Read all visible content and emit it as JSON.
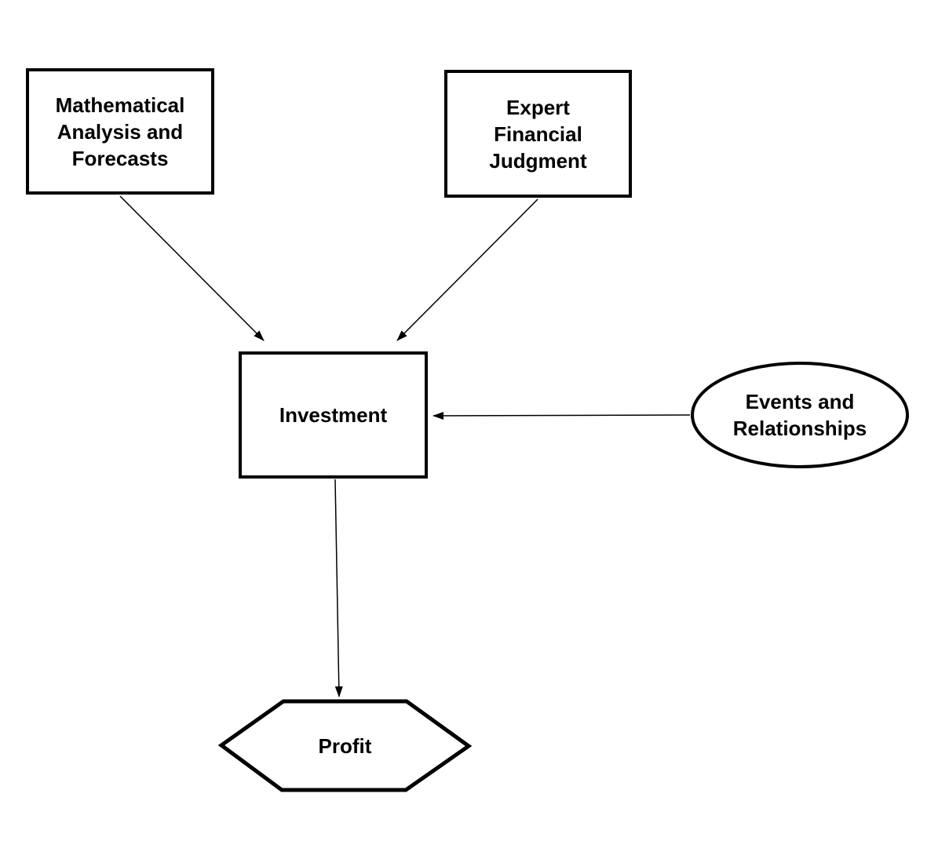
{
  "diagram": {
    "background_color": "#ffffff",
    "stroke_color": "#000000",
    "nodes": [
      {
        "id": "mathematical-analysis",
        "shape": "rectangle",
        "label": "Mathematical\nAnalysis and\nForecasts"
      },
      {
        "id": "expert-financial-judgment",
        "shape": "rectangle",
        "label": "Expert\nFinancial\nJudgment"
      },
      {
        "id": "investment",
        "shape": "rectangle",
        "label": "Investment"
      },
      {
        "id": "events-and-relationships",
        "shape": "ellipse",
        "label": "Events and\nRelationships"
      },
      {
        "id": "profit",
        "shape": "hexagon",
        "label": "Profit"
      }
    ],
    "edges": [
      {
        "from": "mathematical-analysis",
        "to": "investment"
      },
      {
        "from": "expert-financial-judgment",
        "to": "investment"
      },
      {
        "from": "events-and-relationships",
        "to": "investment"
      },
      {
        "from": "investment",
        "to": "profit"
      }
    ]
  }
}
